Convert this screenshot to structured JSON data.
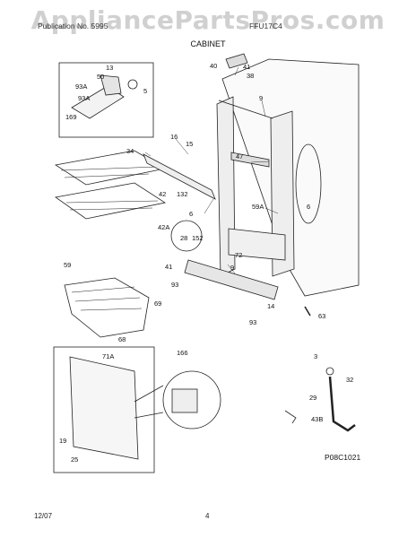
{
  "watermark": "AppliancePartsPros.com",
  "header": {
    "left": "Publication No. 5995",
    "right": "FFU17C4"
  },
  "section_title": "CABINET",
  "diagram_id": "P08C1021",
  "footer": {
    "date": "12/07",
    "page": "4"
  },
  "callouts": [
    "13",
    "50",
    "93A",
    "5",
    "93A",
    "169",
    "40",
    "41",
    "38",
    "9",
    "16",
    "15",
    "34",
    "47",
    "42",
    "132",
    "6",
    "59A",
    "6",
    "42A",
    "28",
    "152",
    "72",
    "41",
    "9",
    "59",
    "93",
    "14",
    "69",
    "93",
    "63",
    "68",
    "71A",
    "166",
    "3",
    "32",
    "29",
    "43B",
    "19",
    "25"
  ]
}
